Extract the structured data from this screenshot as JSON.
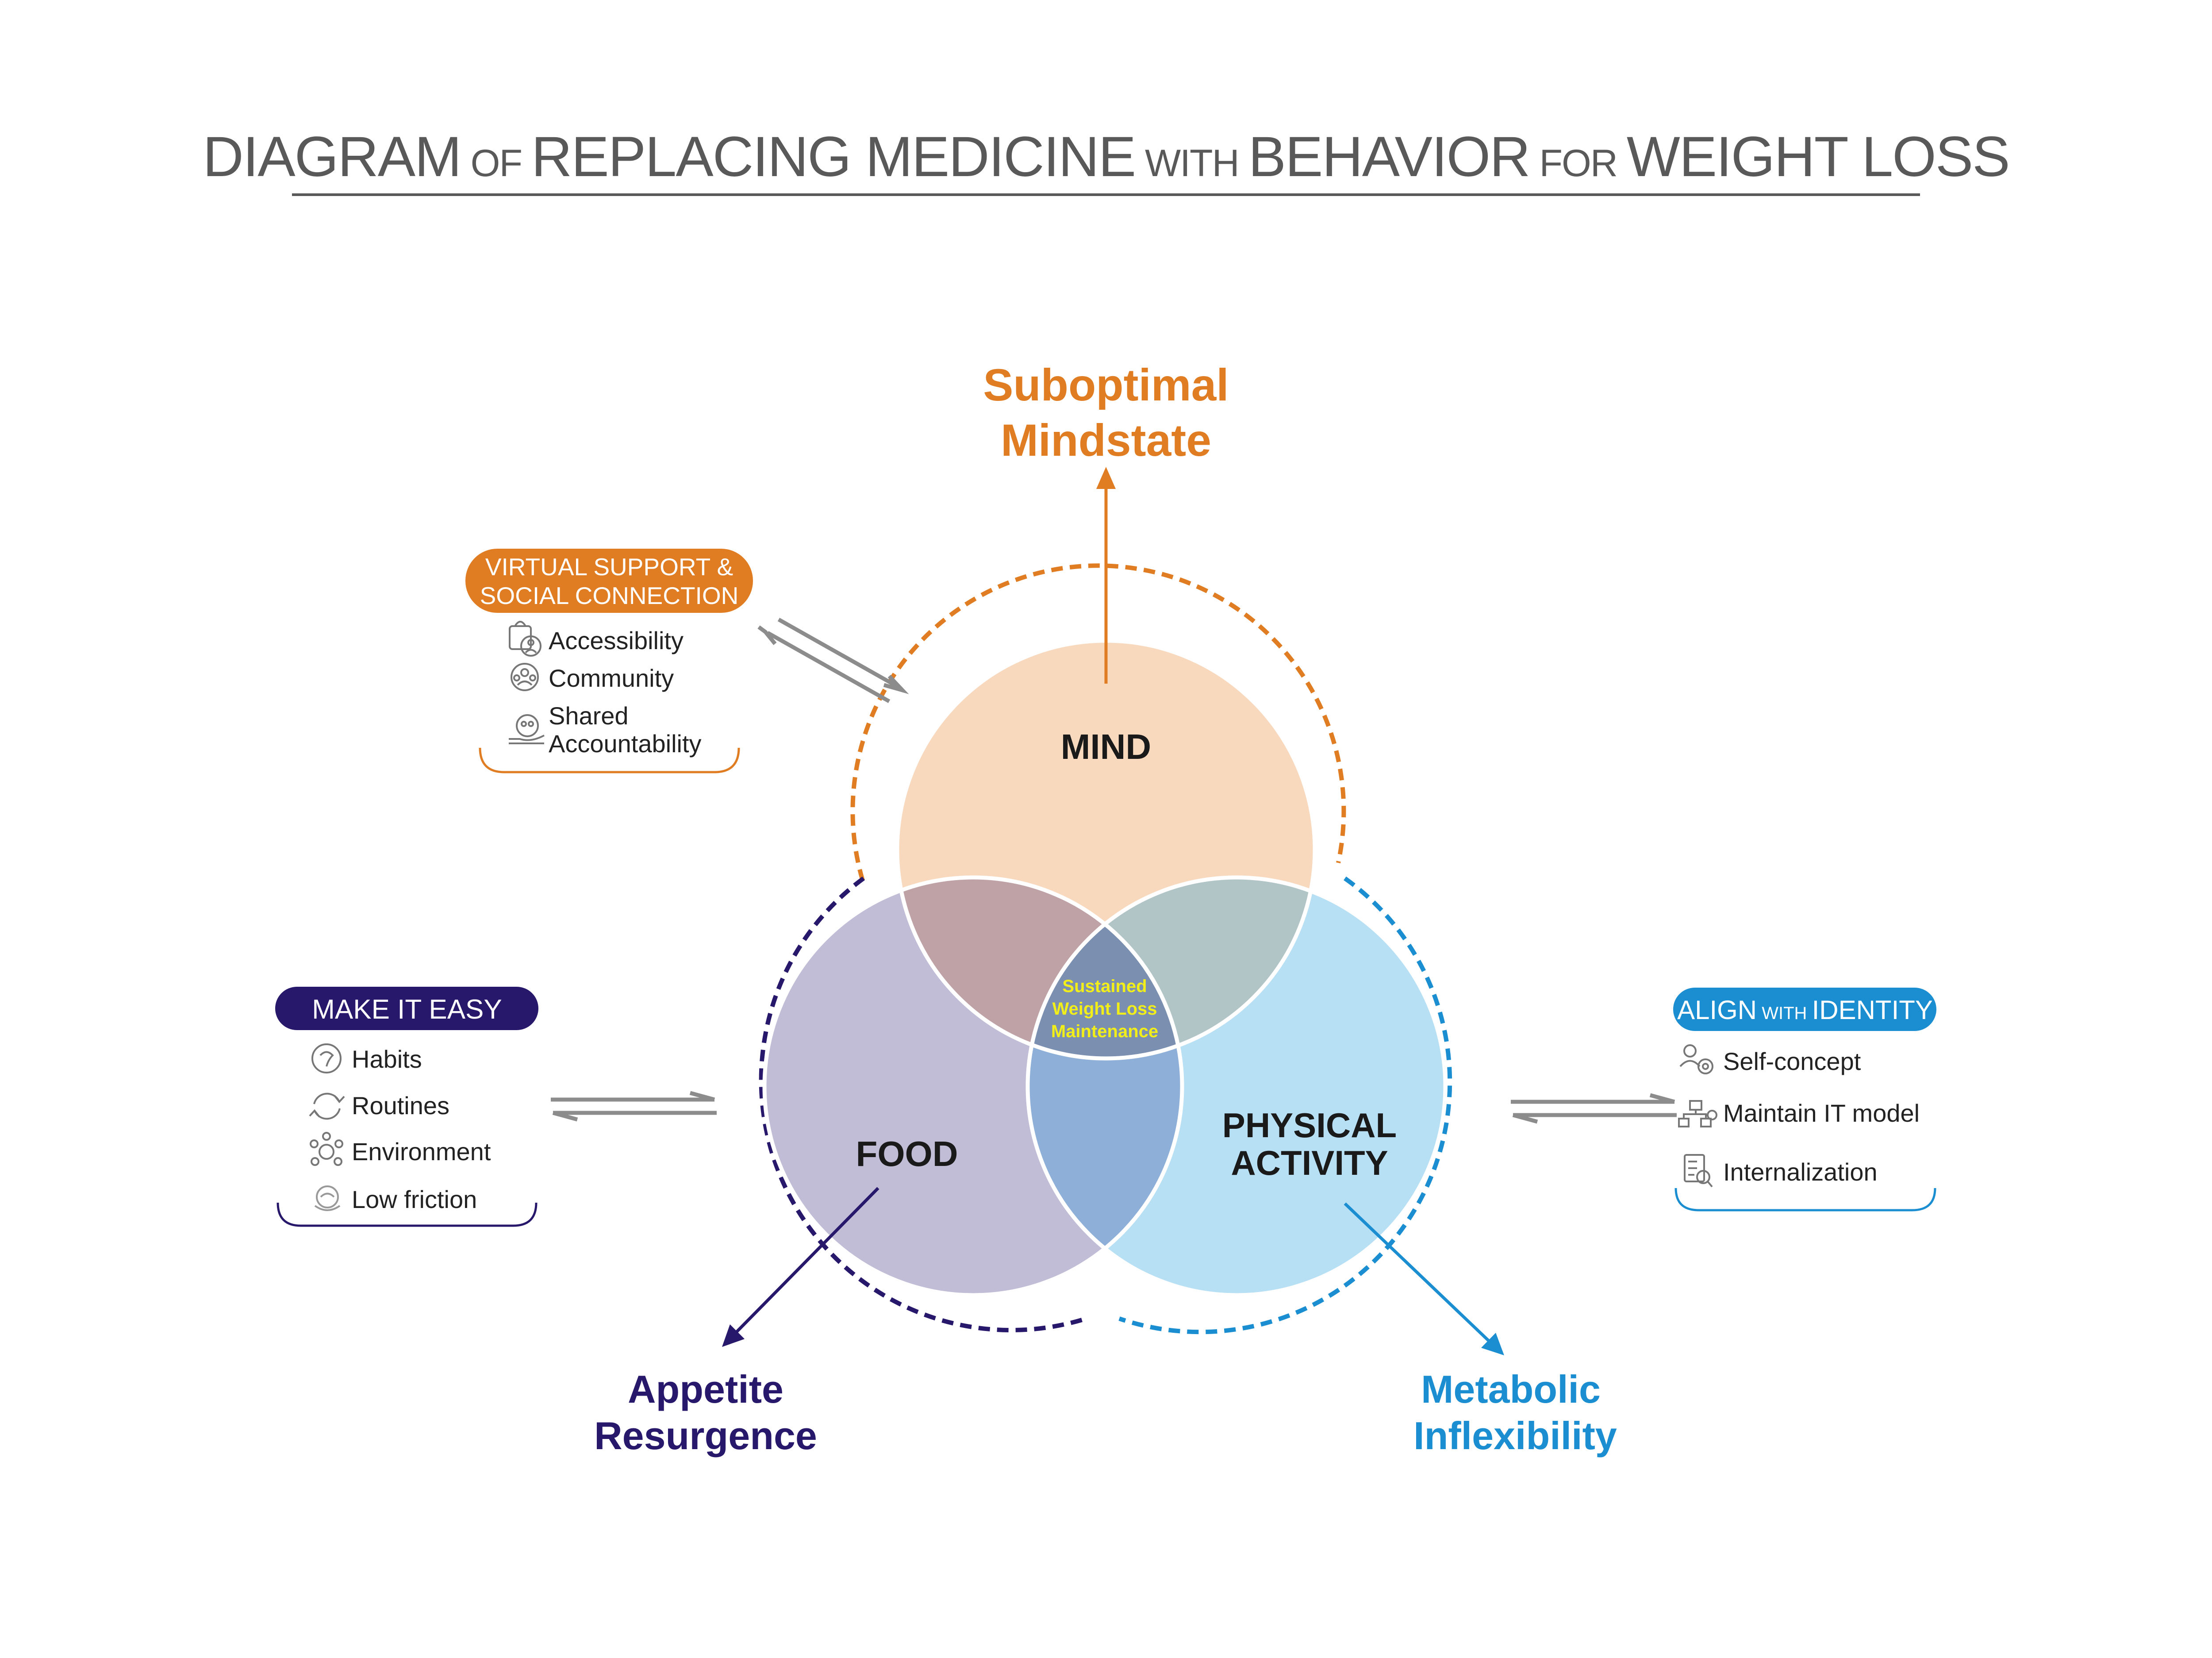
{
  "title": {
    "parts": [
      {
        "text": "DIAGRAM",
        "size": "big"
      },
      {
        "text": " OF ",
        "size": "small"
      },
      {
        "text": "REPLACING MEDICINE",
        "size": "big"
      },
      {
        "text": " WITH ",
        "size": "small"
      },
      {
        "text": "BEHAVIOR",
        "size": "big"
      },
      {
        "text": " FOR ",
        "size": "small"
      },
      {
        "text": "WEIGHT LOSS",
        "size": "big"
      }
    ]
  },
  "colors": {
    "mind": "#f8d9bd",
    "food": "#c2bdd7",
    "activity": "#b7e0f5",
    "mind_food": "#bfa2a6",
    "mind_activity": "#b1c4c6",
    "food_activity": "#8eb0d8",
    "center": "#7b8fb1",
    "orange": "#e07c22",
    "navy": "#27186b",
    "blue": "#1b8ed1",
    "title_gray": "#595959",
    "arrow_gray": "#8c8c8c",
    "center_text": "#f2ee1a"
  },
  "circles": {
    "mind": "MIND",
    "food": "FOOD",
    "activity_line1": "PHYSICAL",
    "activity_line2": "ACTIVITY",
    "center_line1": "Sustained",
    "center_line2": "Weight Loss",
    "center_line3": "Maintenance"
  },
  "outcomes": {
    "mind_line1": "Suboptimal",
    "mind_line2": "Mindstate",
    "food_line1": "Appetite",
    "food_line2": "Resurgence",
    "activity_line1": "Metabolic",
    "activity_line2": "Inflexibility"
  },
  "panels": {
    "support": {
      "header_line1": "VIRTUAL SUPPORT &",
      "header_line2": "SOCIAL CONNECTION",
      "items": [
        {
          "icon": "accessibility-icon",
          "label": "Accessibility"
        },
        {
          "icon": "community-icon",
          "label": "Community"
        },
        {
          "icon": "shared-accountability-icon",
          "label_line1": "Shared",
          "label_line2": "Accountability"
        }
      ]
    },
    "easy": {
      "header": "MAKE IT EASY",
      "items": [
        {
          "icon": "habits-icon",
          "label": "Habits"
        },
        {
          "icon": "routines-icon",
          "label": "Routines"
        },
        {
          "icon": "environment-icon",
          "label": "Environment"
        },
        {
          "icon": "low-friction-icon",
          "label": "Low friction"
        }
      ]
    },
    "identity": {
      "header_big1": "ALIGN",
      "header_small": " WITH ",
      "header_big2": "IDENTITY",
      "items": [
        {
          "icon": "self-concept-icon",
          "label": "Self-concept"
        },
        {
          "icon": "it-model-icon",
          "label": "Maintain IT model"
        },
        {
          "icon": "internalization-icon",
          "label": "Internalization"
        }
      ]
    }
  }
}
